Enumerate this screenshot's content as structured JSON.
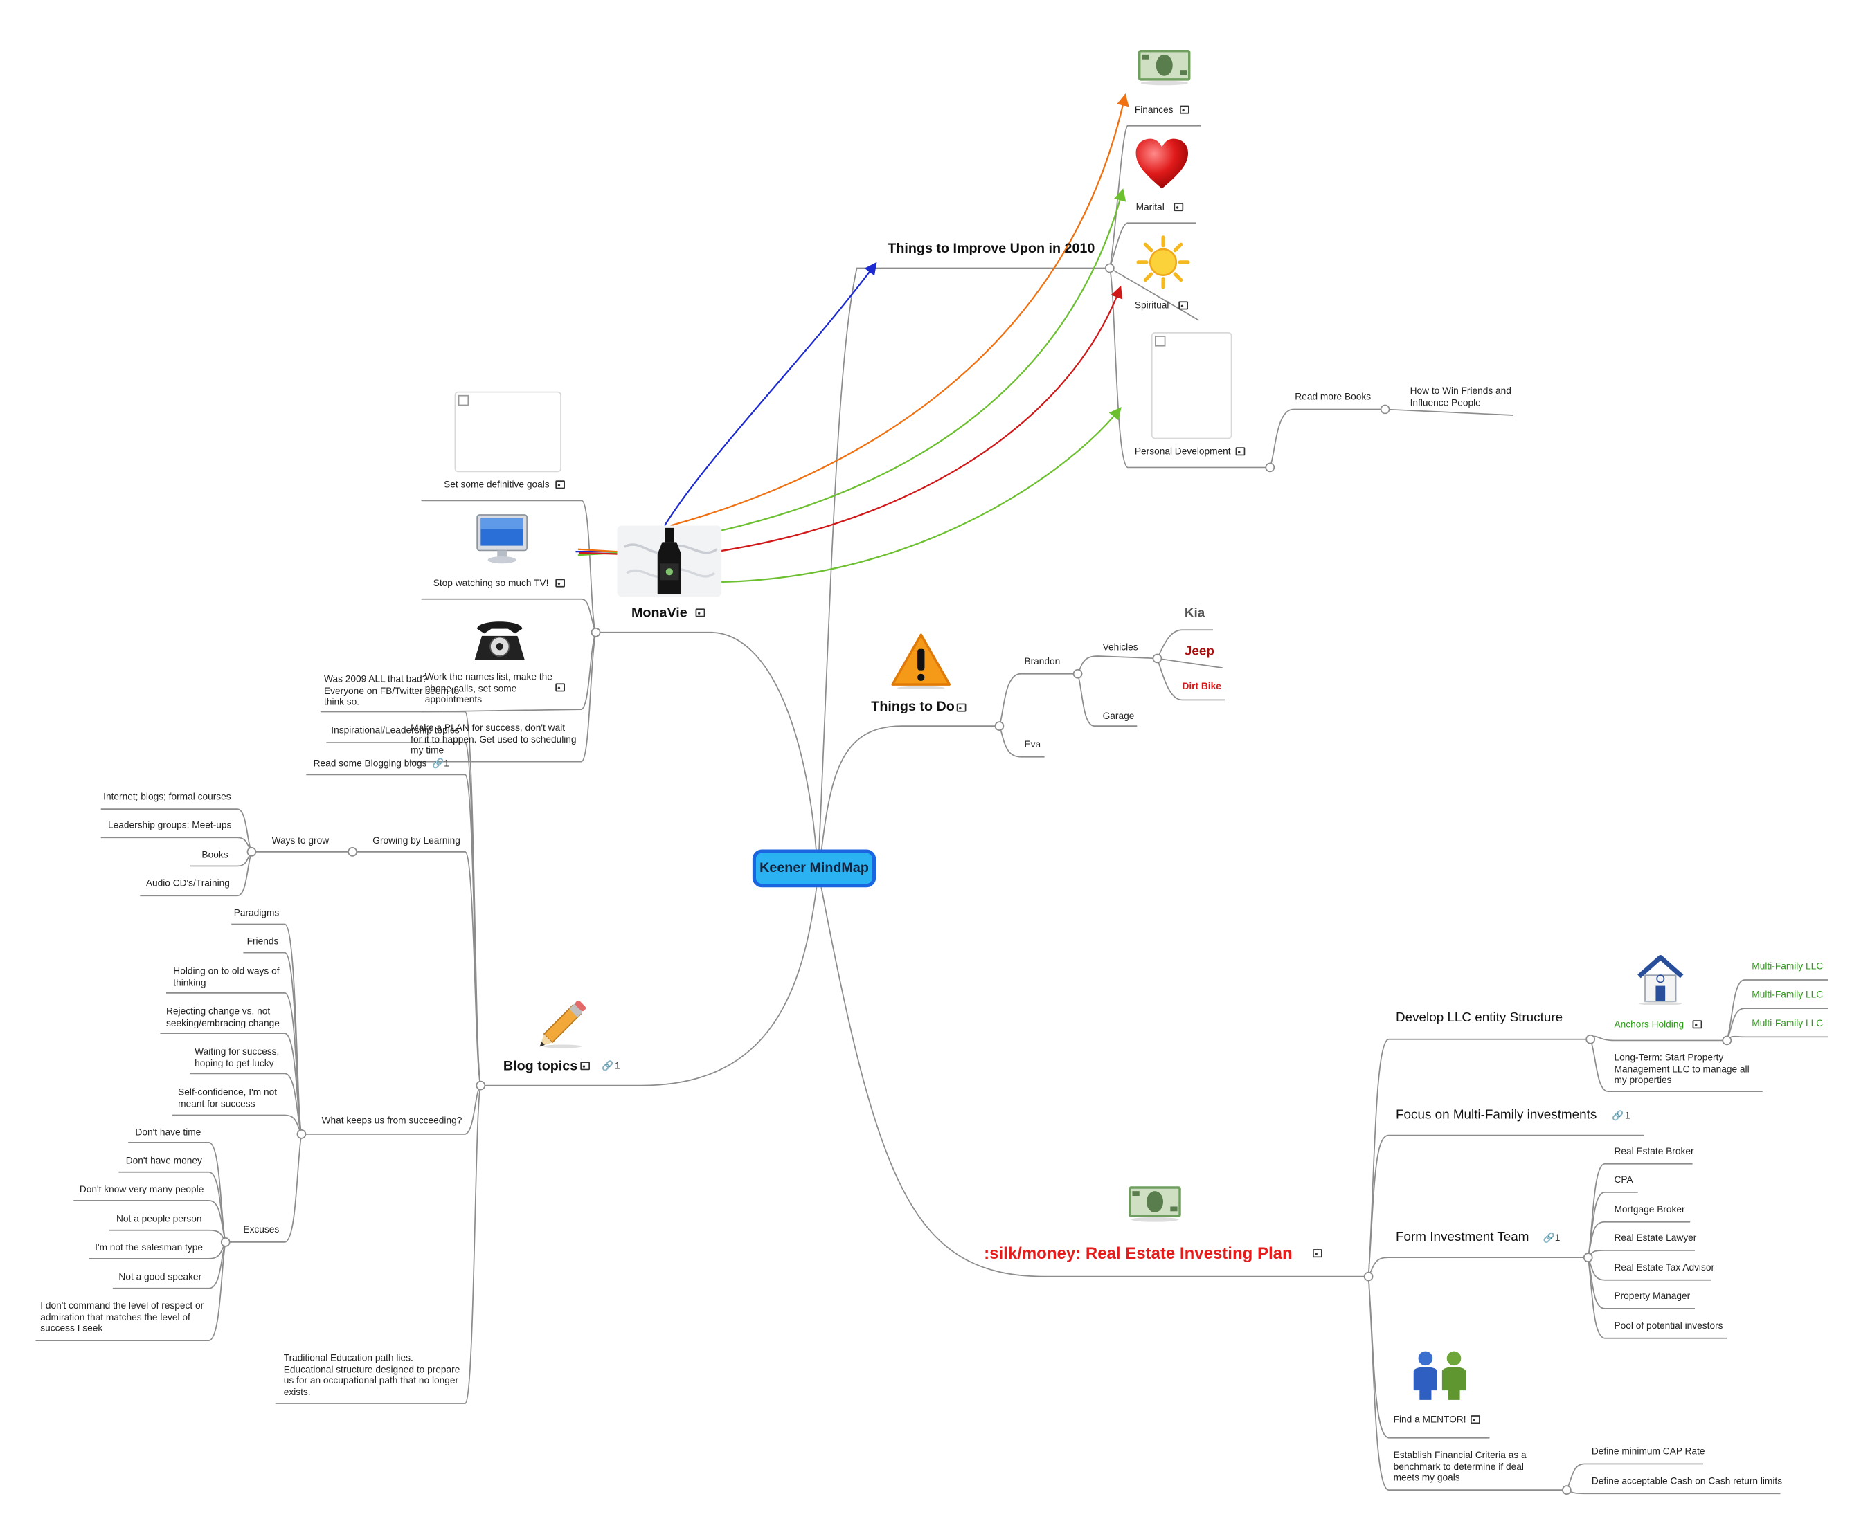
{
  "central": "Keener MindMap",
  "branches": {
    "improve": {
      "title": "Things to Improve Upon in 2010",
      "finances": "Finances",
      "marital": "Marital",
      "spiritual": "Spiritual",
      "personal_development": "Personal Development",
      "read_more_books": "Read more Books",
      "book": "How to Win Friends and Influence People"
    },
    "monavie": {
      "title": "MonaVie",
      "goals": "Set some definitive goals",
      "tv": "Stop watching so much TV!",
      "names_list": "Work the names list, make the phone calls, set some appointments",
      "plan": "Make a PLAN for success, don't wait for it to happen.  Get used to scheduling my time"
    },
    "todo": {
      "title": "Things to Do",
      "brandon": "Brandon",
      "vehicles": "Vehicles",
      "kia": "Kia",
      "jeep": "Jeep",
      "dirt_bike": "Dirt Bike",
      "garage": "Garage",
      "eva": "Eva"
    },
    "blog": {
      "title": "Blog topics",
      "link_count": "1",
      "was_2009": "Was 2009 ALL that bad?  Everyone on FB/Twitter seem to think so.",
      "inspirational": "Inspirational/Leadership topics",
      "blogging_blogs": "Read some Blogging blogs",
      "blogging_link_count": "1",
      "growing": "Growing by Learning",
      "ways": "Ways to grow",
      "ways_items": [
        "Internet; blogs; formal courses",
        "Leadership groups; Meet-ups",
        "Books",
        "Audio CD's/Training"
      ],
      "keeps_us": "What keeps us from succeeding?",
      "keeps_items": [
        "Paradigms",
        "Friends",
        "Holding on to old ways of thinking",
        "Rejecting change vs. not seeking/embracing change",
        "Waiting for success, hoping to get lucky",
        "Self-confidence, I'm not meant for success"
      ],
      "excuses": "Excuses",
      "excuses_items": [
        "Don't have time",
        "Don't have money",
        "Don't know very many people",
        "Not a people person",
        "I'm not the salesman type",
        "Not a good speaker",
        "I don't command the level of respect or admiration that matches the level of success I seek"
      ],
      "education": "Traditional Education path lies.  Educational structure designed to prepare us for an occupational path that no longer exists."
    },
    "realestate": {
      "title": ":silk/money: Real Estate Investing Plan",
      "llc": "Develop LLC entity Structure",
      "anchors": "Anchors Holding",
      "multifamily": [
        "Multi-Family LLC",
        "Multi-Family LLC",
        "Multi-Family LLC"
      ],
      "long_term": "Long-Term: Start Property Management LLC to manage all my properties",
      "focus": "Focus on Multi-Family investments",
      "focus_link_count": "1",
      "team": "Form Investment Team",
      "team_link_count": "1",
      "team_items": [
        "Real Estate Broker",
        "CPA",
        "Mortgage Broker",
        "Real Estate Lawyer",
        "Real Estate Tax Advisor",
        "Property Manager",
        "Pool of potential investors"
      ],
      "mentor": "Find a MENTOR!",
      "criteria": "Establish Financial Criteria as a benchmark to determine if deal meets my goals",
      "cap_rate": "Define minimum CAP Rate",
      "cash_return": "Define acceptable Cash on Cash return limits"
    }
  },
  "colors": {
    "central_fill": "#2ab2f2",
    "central_border": "#1a66e0",
    "line": "#8c8c8c",
    "green_text": "#2e9b18",
    "red_title": "#e41c1c",
    "arrow_blue": "#1c2ad0",
    "arrow_orange": "#f07010",
    "arrow_green": "#6cc030",
    "arrow_red": "#d01818"
  }
}
